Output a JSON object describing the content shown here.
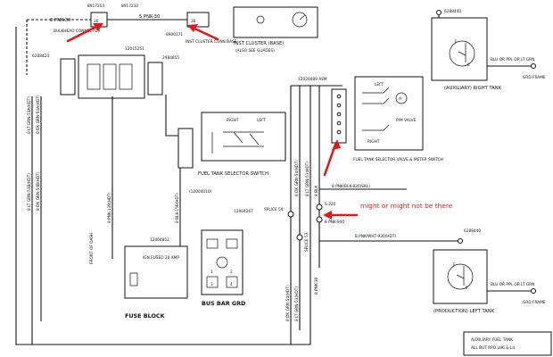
{
  "top_bar": {
    "part_left": "8917253",
    "part_right": "8917232",
    "wire_pnk_left": "8 PNK-30",
    "wire_pnk_mid": "5 PNK-30",
    "bulkhead_connector": "BULKHEAD CONNECTOR",
    "conn_part": "8900371",
    "inst_cluster_conn_base": "INST CLUSTER CONN BASE",
    "inst_cluster_base": "INST CLUSTER (BASE)",
    "gauges_note": "(ALSO SEE GUAGES)"
  },
  "left_side": {
    "part_6288424": "6288424",
    "part_12015251": "12015251",
    "part_2984855": "2984855",
    "wire_lt_grn": "8 LT GRN-53A(HDT)",
    "wire_dk_grn": "8 DK GRN-54A(HDT)",
    "wire_lt_grn_b": "8 LT GRN-53B(HDT)",
    "wire_dk_grn_b": "8 DK GRN-54B(HDT)",
    "wire_pnk_139": "8 PNK-139(HDT)",
    "wire_blk_150": "8 BLK-150(HDT)",
    "front_of_dash": "FRONT OF DASH",
    "part_12004010": "(12004010)"
  },
  "selector_switch": {
    "right": "RIGHT",
    "left": "LEFT",
    "title": "FUEL TANK SELECTOR SWITCH"
  },
  "fuse_block": {
    "part": "12004852",
    "ign_fused": "IGN FUSED 20 AMP",
    "title": "FUSE BLOCK"
  },
  "bus_bar": {
    "part": "12004267",
    "title": "BUS BAR GRD",
    "pins": [
      "1",
      "2",
      "3",
      "4"
    ]
  },
  "center": {
    "asm": "12020089 ASM",
    "wire_dk_grn_54": "8 DK GRN-54(HDT)",
    "wire_lt_grn_53": "8 LT GRN-53(HDT)",
    "wire_blk": "8 BLK",
    "wire_pnk_30": "8 PNK-30",
    "splice_54": "SPLICE 54",
    "splice_53": "SPLICE 53",
    "splice_label_a": "S-220",
    "splice_label_b": "8 PNK-940",
    "wire_pnk_blk": "8 PNK/BLK-830(SKL)",
    "wire_pnk_wht": "8 PNK/WHT-930(HDT)",
    "wire_dk_grn_54a": "8 DK GRN-54(HDT)",
    "wire_lt_grn_53a": "8 LT GRN-53(HDT)"
  },
  "valve": {
    "left": "LEFT",
    "right": "RIGHT",
    "pm_valve": "P/M VALVE",
    "title": "FUEL TANK SELECTOR VALVE & METER SWITCH"
  },
  "right_tank": {
    "part": "6288440",
    "label": "(AUXILIARY) RIGHT TANK",
    "wire_color": "BLU OR PPL OR LT GRN",
    "ground": "GRD FRAME",
    "f": "F",
    "e": "E"
  },
  "left_tank": {
    "part": "6288440",
    "label": "(PRODUCTION) LEFT TANK",
    "wire_color": "BLU OR PPL OR LT GRN",
    "ground": "GRD FRAME",
    "f": "F",
    "e": "E"
  },
  "footer": {
    "line1": "AUXILIARY FUEL TANK",
    "line2": "ALL BUT RPO LH6 & L4"
  },
  "annotation": {
    "note": "might or might not be there",
    "color": "#e01a1a"
  }
}
